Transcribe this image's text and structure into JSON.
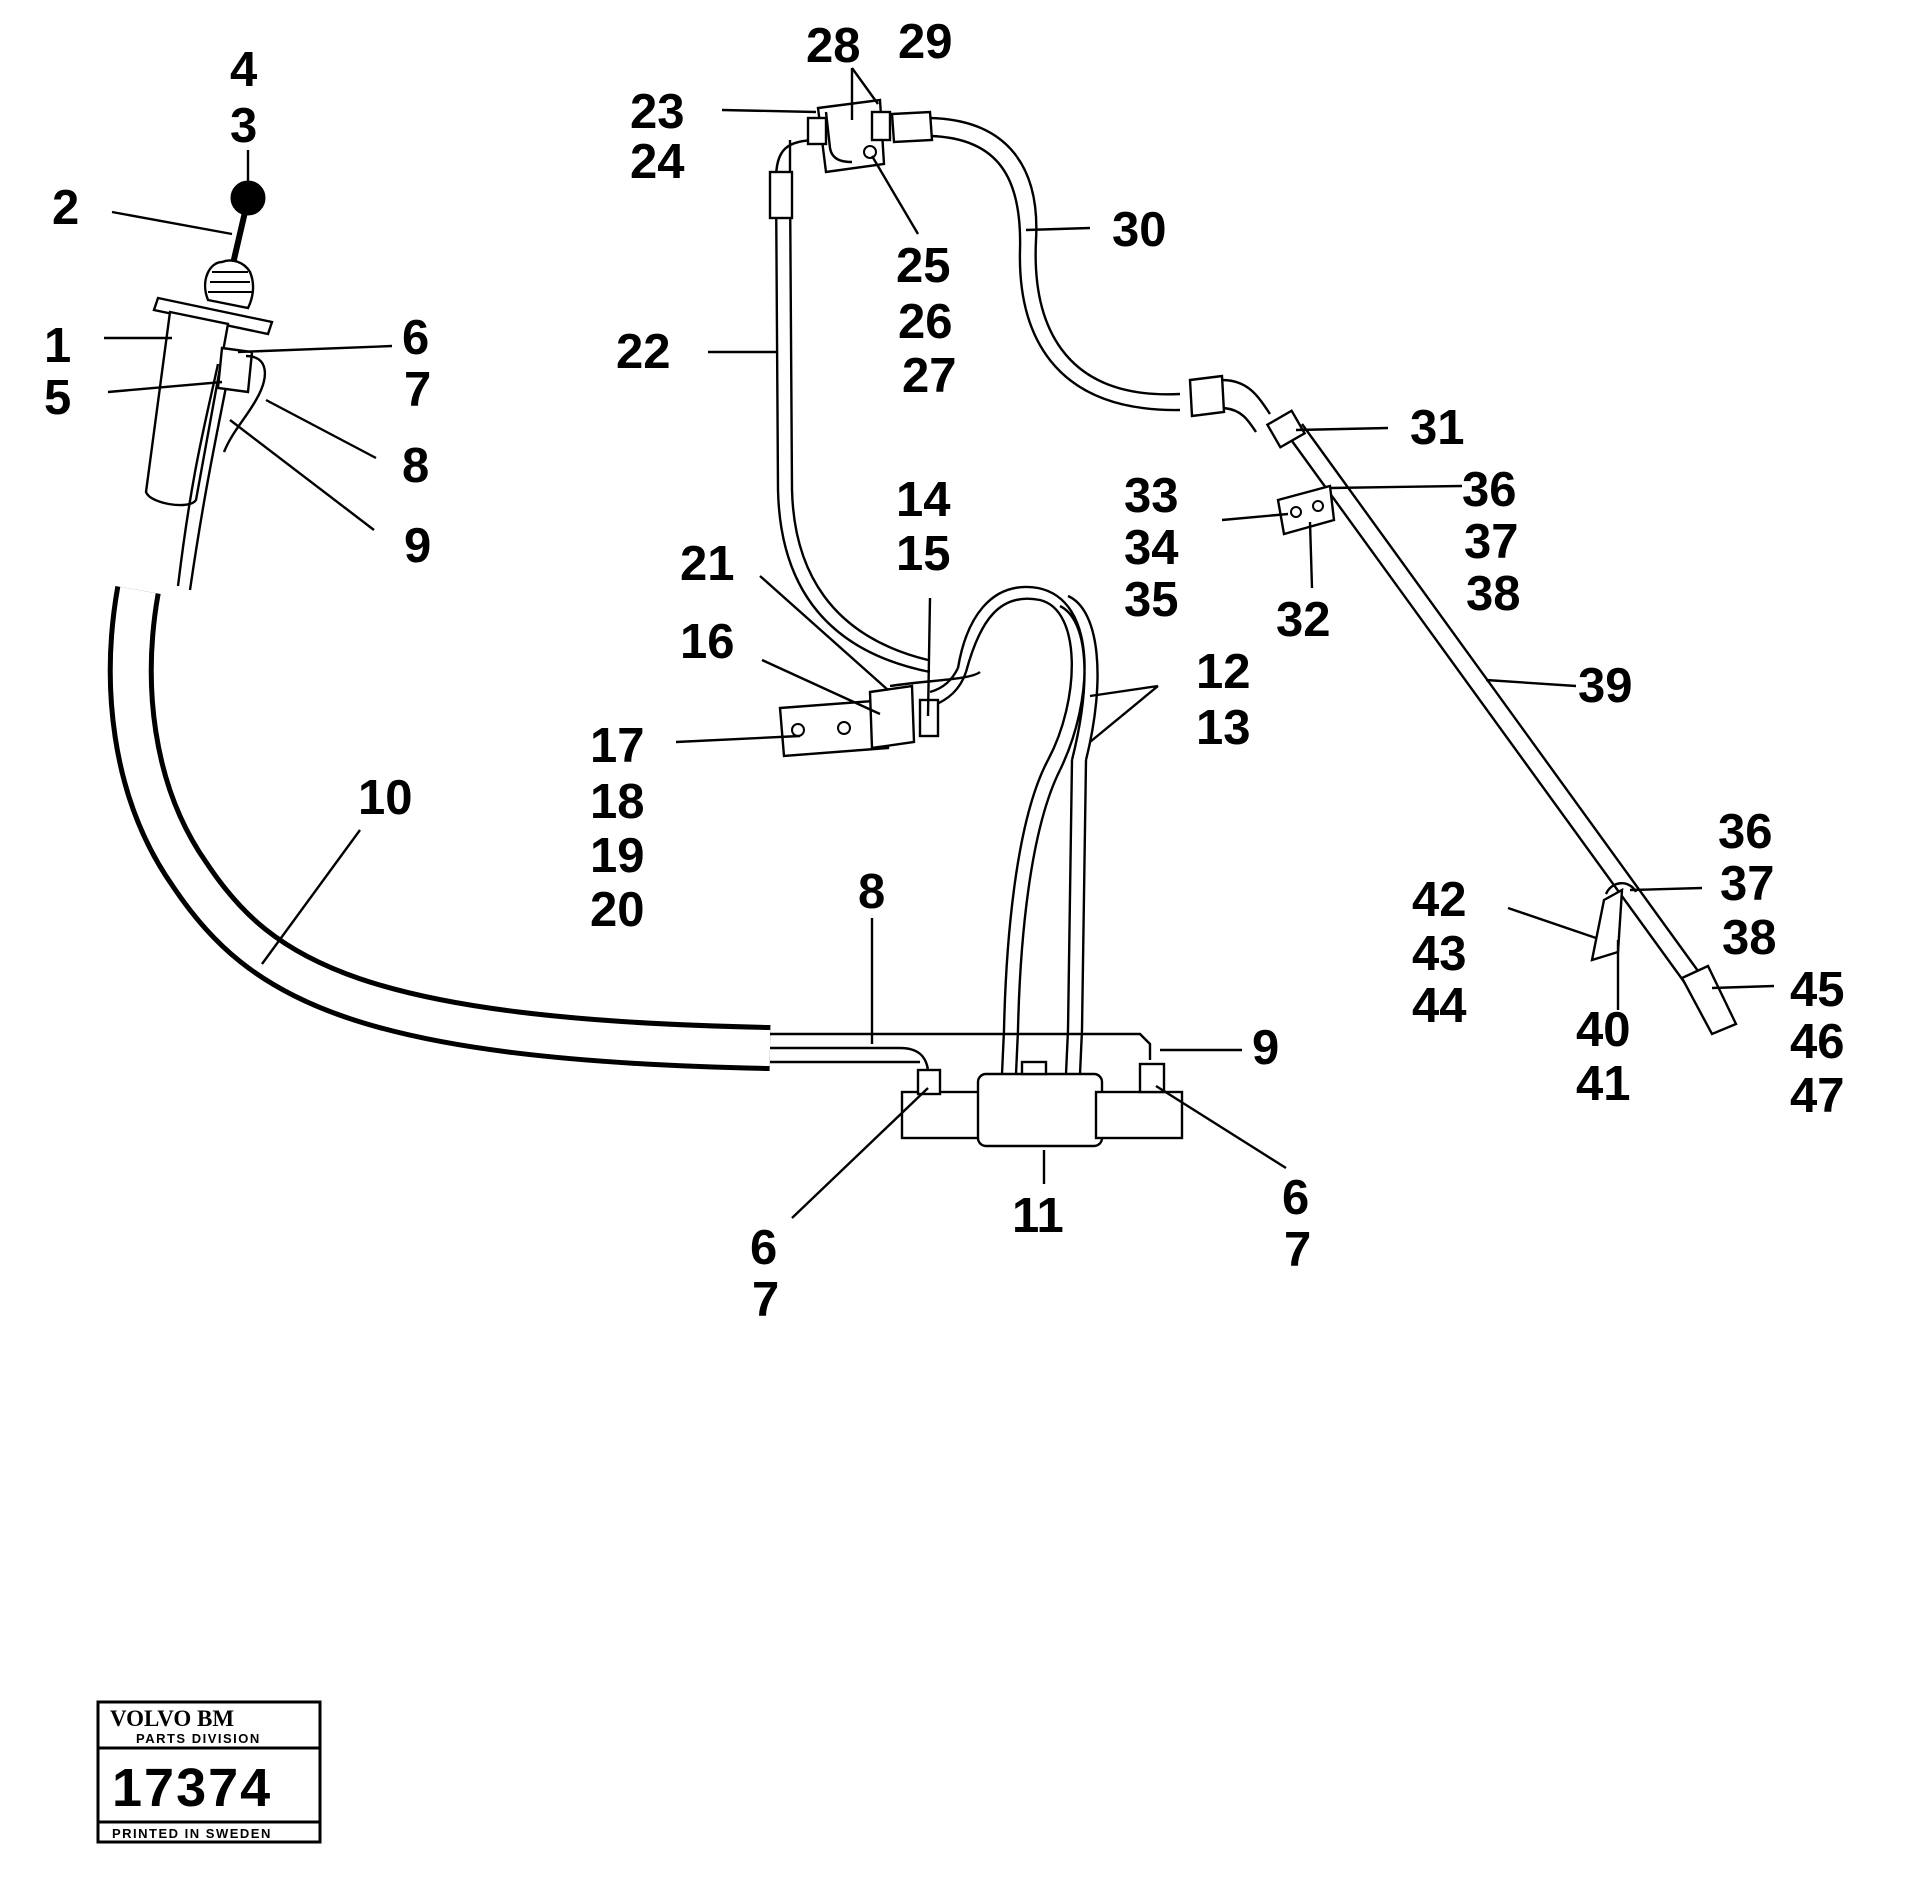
{
  "callouts": {
    "c1": "1",
    "c2": "2",
    "c3": "3",
    "c4": "4",
    "c5": "5",
    "c6a": "6",
    "c7a": "7",
    "c8a": "8",
    "c9a": "9",
    "c10": "10",
    "c11": "11",
    "c12": "12",
    "c13": "13",
    "c14": "14",
    "c15": "15",
    "c16": "16",
    "c17": "17",
    "c18": "18",
    "c19": "19",
    "c20": "20",
    "c21": "21",
    "c22": "22",
    "c23": "23",
    "c24": "24",
    "c25": "25",
    "c26": "26",
    "c27": "27",
    "c28": "28",
    "c29": "29",
    "c30": "30",
    "c31": "31",
    "c32": "32",
    "c33": "33",
    "c34": "34",
    "c35": "35",
    "c36a": "36",
    "c37a": "37",
    "c38a": "38",
    "c39": "39",
    "c36b": "36",
    "c37b": "37",
    "c38b": "38",
    "c40": "40",
    "c41": "41",
    "c42": "42",
    "c43": "43",
    "c44": "44",
    "c45": "45",
    "c46": "46",
    "c47": "47",
    "c8b": "8",
    "c9b": "9",
    "c6b": "6",
    "c7b": "7",
    "c6c": "6",
    "c7c": "7"
  },
  "stamp": {
    "brand": "VOLVO BM",
    "division": "PARTS DIVISION",
    "number": "17374",
    "printed": "PRINTED IN SWEDEN"
  }
}
